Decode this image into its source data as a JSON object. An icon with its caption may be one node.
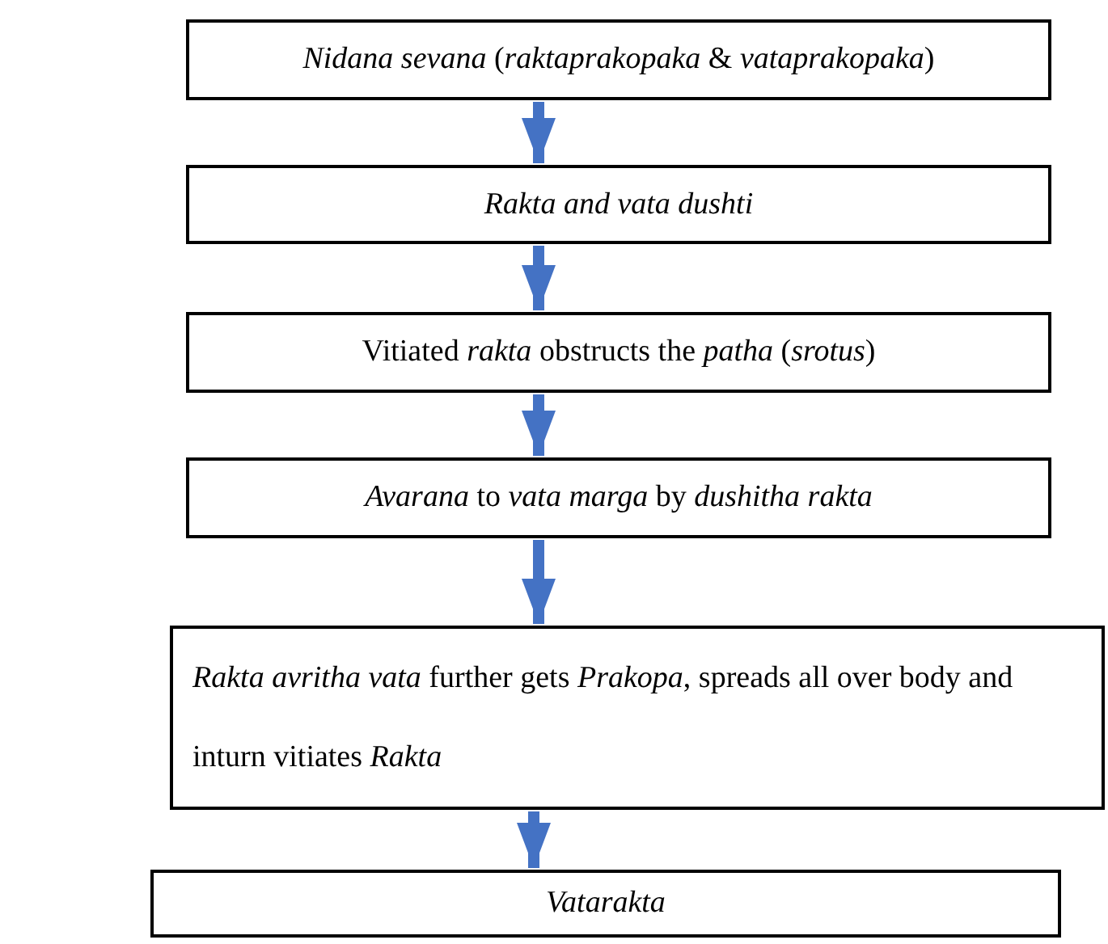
{
  "diagram": {
    "nodes": [
      {
        "text": [
          "*Nidana sevana* (*raktaprakopaka* & *vataprakopaka*)"
        ]
      },
      {
        "text": [
          "Rakta and vata dushti"
        ]
      },
      {
        "text": [
          "Vitiated *rakta* obstructs the *patha* (*srotus*)"
        ]
      },
      {
        "text": [
          "*Avarana* to *vata marga* by *dushitha rakta*"
        ]
      },
      {
        "text": [
          "*Rakta avritha vata* further gets *Prakopa*, spreads all over body and inturn vitiates *Rakta*"
        ]
      },
      {
        "text": [
          "Vatarakta"
        ]
      }
    ],
    "edges": [
      {
        "from": 0,
        "to": 1,
        "arrow": "to"
      },
      {
        "from": 1,
        "to": 2,
        "arrow": "to"
      },
      {
        "from": 2,
        "to": 3,
        "arrow": "to"
      },
      {
        "from": 3,
        "to": 4,
        "arrow": "to"
      },
      {
        "from": 4,
        "to": 5,
        "arrow": "to"
      }
    ]
  }
}
